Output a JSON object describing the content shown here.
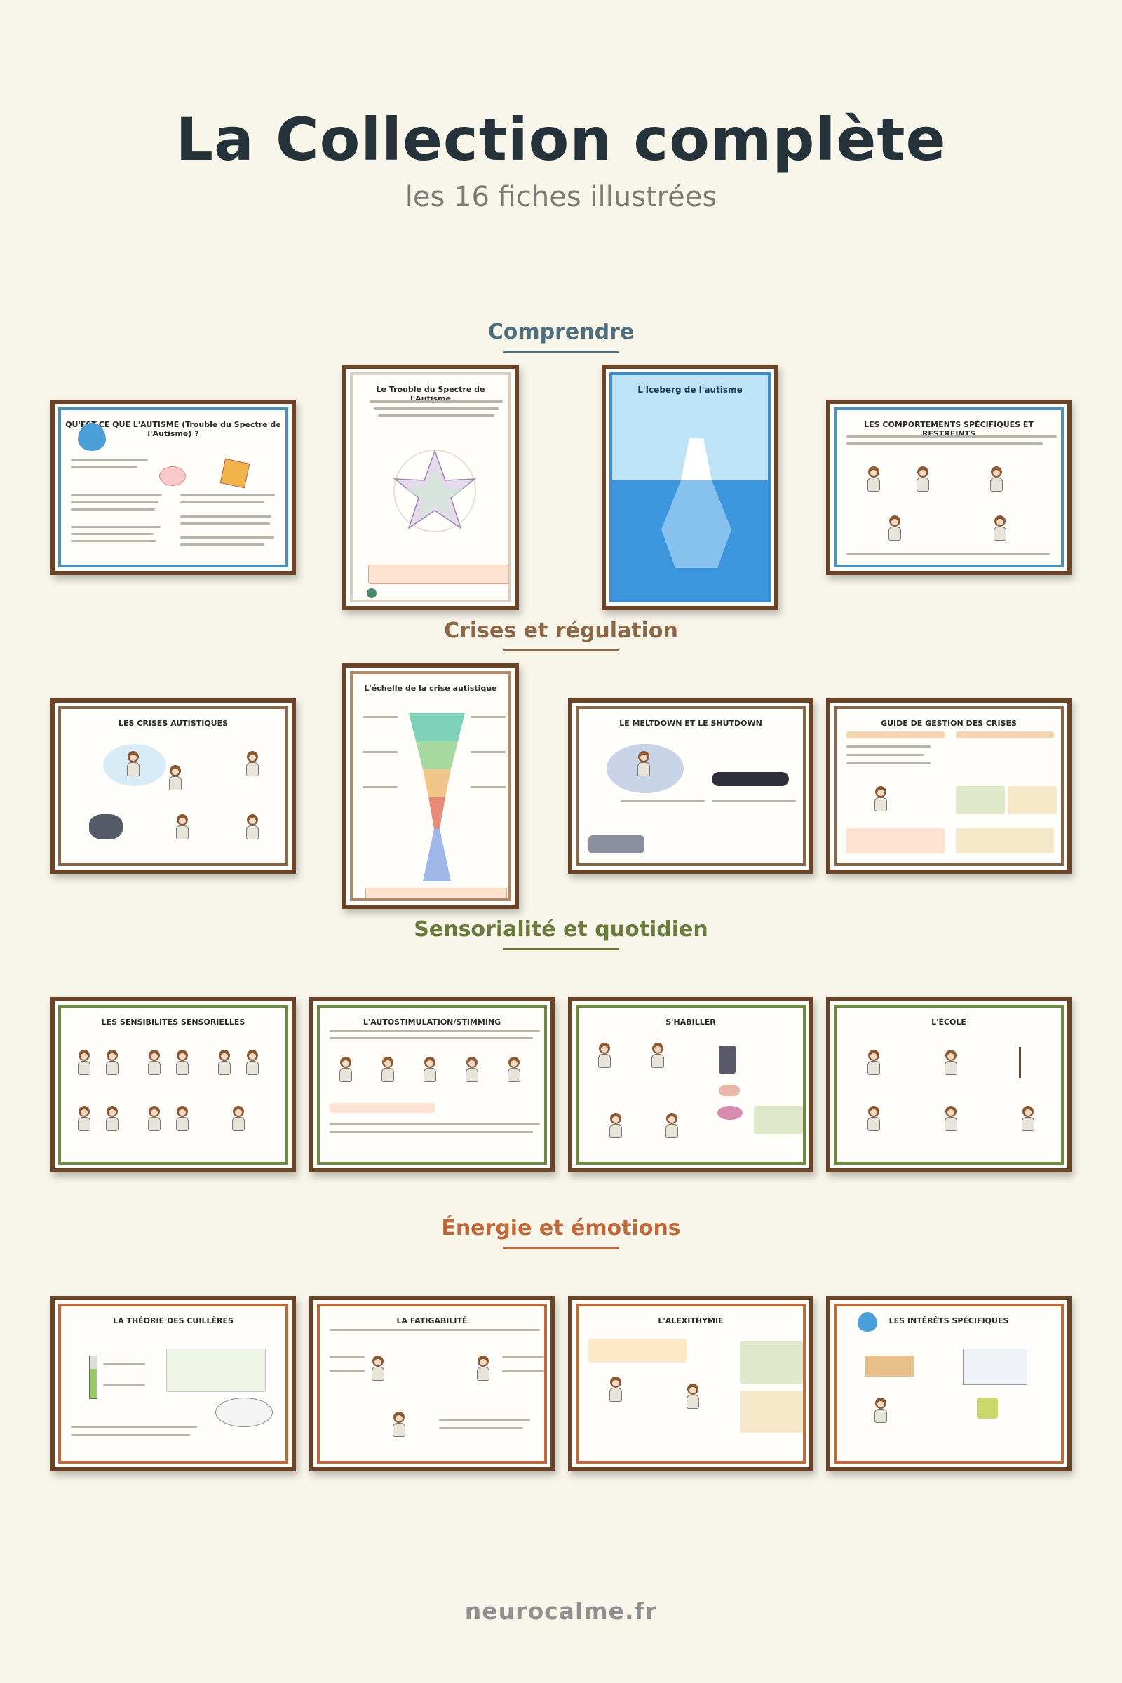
{
  "header": {
    "title": "La Collection complète",
    "subtitle": "les 16 fiches illustrées"
  },
  "sections": [
    {
      "title": "Comprendre",
      "color": "#4f6e80"
    },
    {
      "title": "Crises et régulation",
      "color": "#8b6748"
    },
    {
      "title": "Sensorialité et quotidien",
      "color": "#6a7a3c"
    },
    {
      "title": "Énergie et émotions",
      "color": "#c0683a"
    }
  ],
  "posters": {
    "comprendre": [
      {
        "title": "QU'EST-CE QUE L'AUTISME (Trouble du Spectre de l'Autisme) ?",
        "accent": "#4a90b8"
      },
      {
        "title": "Le Trouble du Spectre de l'Autisme",
        "accent": "#d8cfc0"
      },
      {
        "title": "L'Iceberg de l'autisme",
        "accent": "#3b8ed2"
      },
      {
        "title": "LES COMPORTEMENTS SPÉCIFIQUES ET RESTREINTS",
        "accent": "#4a90b8"
      }
    ],
    "crises": [
      {
        "title": "LES CRISES AUTISTIQUES",
        "accent": "#8b6748"
      },
      {
        "title": "L'échelle de la crise autistique",
        "accent": "#b08a64"
      },
      {
        "title": "LE MELTDOWN ET LE SHUTDOWN",
        "accent": "#8b6748"
      },
      {
        "title": "GUIDE DE GESTION DES CRISES",
        "accent": "#8b6748"
      }
    ],
    "sensorialite": [
      {
        "title": "LES SENSIBILITÉS SENSORIELLES",
        "accent": "#6a8a3c"
      },
      {
        "title": "L'AUTOSTIMULATION/STIMMING",
        "accent": "#6a8a3c"
      },
      {
        "title": "S'HABILLER",
        "accent": "#6a8a3c"
      },
      {
        "title": "L'ÉCOLE",
        "accent": "#6a8a3c"
      }
    ],
    "energie": [
      {
        "title": "LA THÉORIE DES CUILLÈRES",
        "accent": "#c0683a"
      },
      {
        "title": "LA FATIGABILITÉ",
        "accent": "#c0683a"
      },
      {
        "title": "L'ALEXITHYMIE",
        "accent": "#c0683a"
      },
      {
        "title": "LES INTÉRÊTS SPÉCIFIQUES",
        "accent": "#c0683a"
      }
    ]
  },
  "footer": {
    "site": "neurocalme.fr"
  }
}
